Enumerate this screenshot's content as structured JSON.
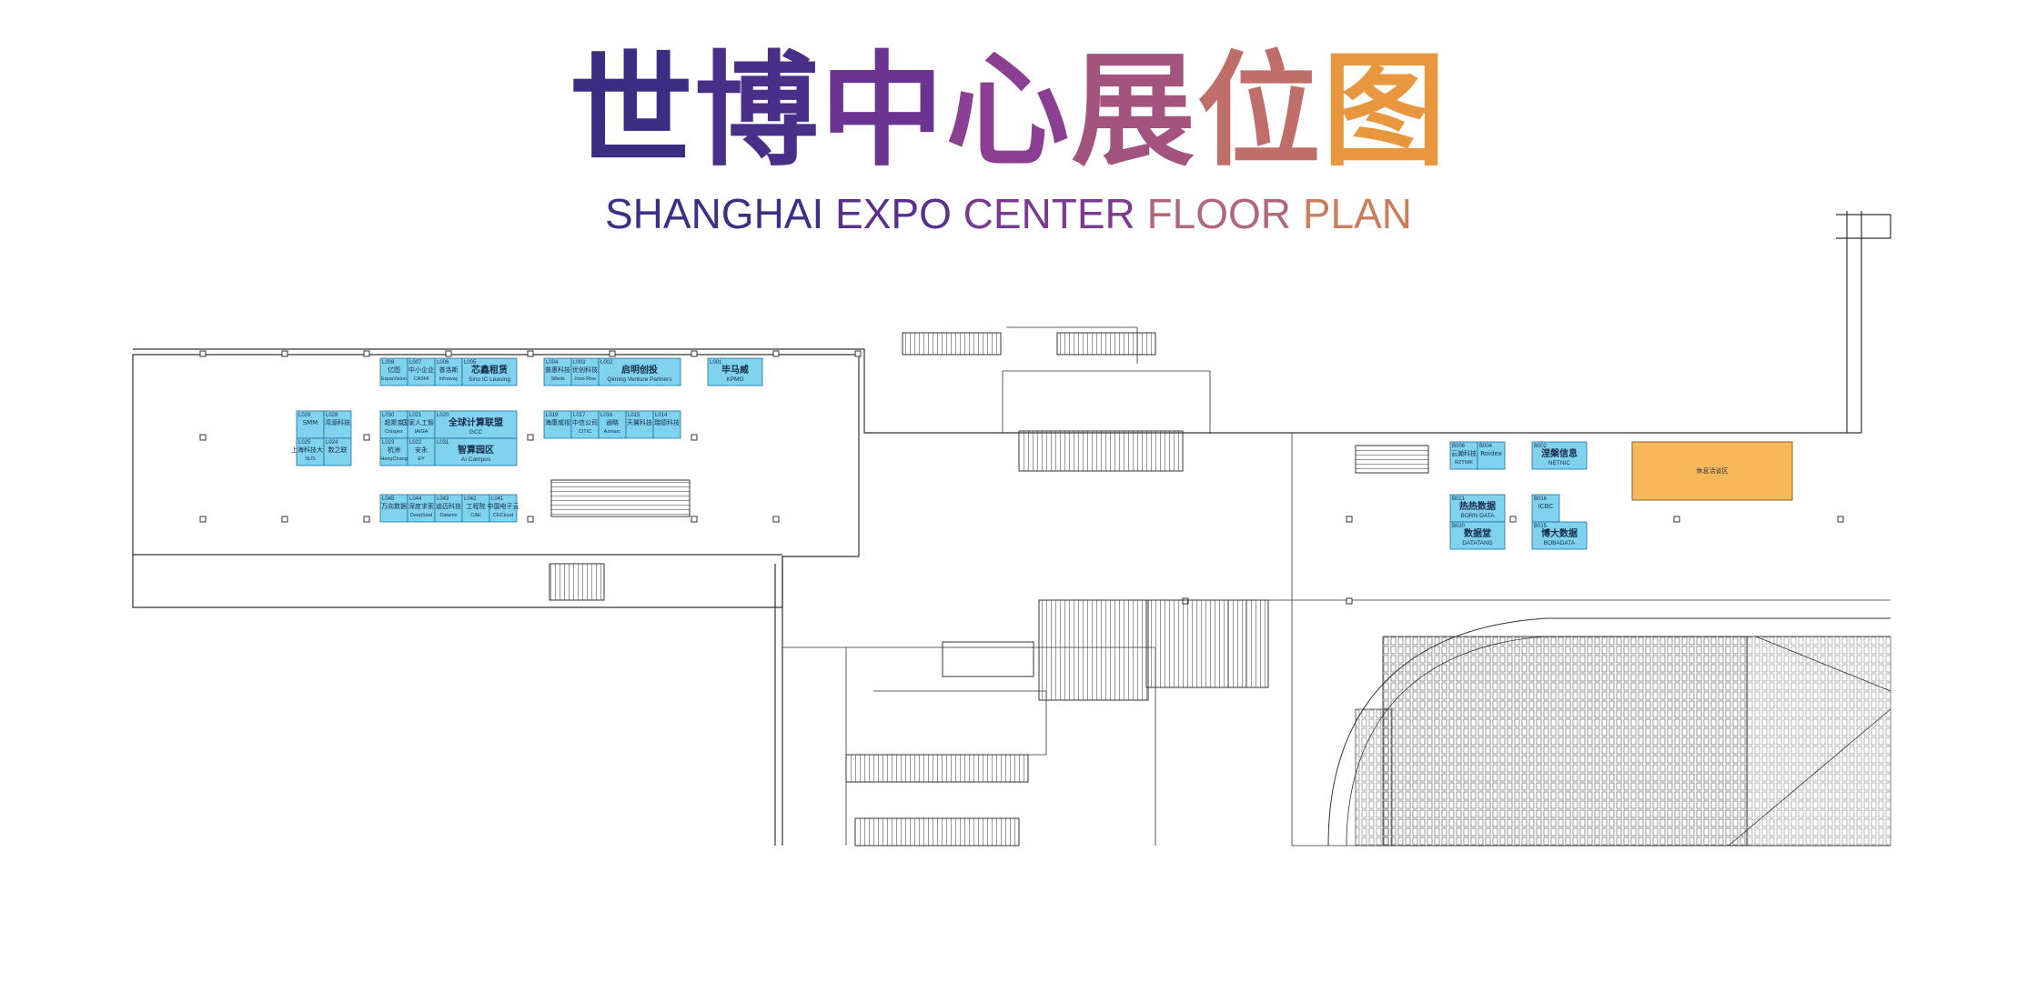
{
  "title": {
    "zh_chars": [
      "世",
      "博",
      "中",
      "心",
      "展",
      "位",
      "图"
    ],
    "en_words": [
      "SHANGHAI ",
      "EXPO ",
      "CENTER ",
      "FLOOR ",
      "PLAN"
    ]
  },
  "colors": {
    "title_gradient": [
      "#3a2d82",
      "#5a2f8c",
      "#8a3f92",
      "#b45a7a",
      "#e0914a"
    ],
    "booth_fill": "#7fd3ef",
    "booth_stroke": "#1e6fa0",
    "rest_zone_fill": "#f8b85a",
    "line": "#333333"
  },
  "booths": [
    {
      "code": "L008",
      "cn": "亿图",
      "en": "EquaVision"
    },
    {
      "code": "L007",
      "cn": "中小企业",
      "en": "CASHI"
    },
    {
      "code": "L006",
      "cn": "普洛斯",
      "en": "Infraway"
    },
    {
      "code": "L005",
      "cn": "芯鑫租赁",
      "en": "Sino IC Leasing"
    },
    {
      "code": "L004",
      "cn": "普惠科技",
      "en": "Sifeds"
    },
    {
      "code": "L003",
      "cn": "优创科技",
      "en": "Jovo Rise"
    },
    {
      "code": "L002",
      "cn": "启明创投",
      "en": "Qiming Venture Partners"
    },
    {
      "code": "L001",
      "cn": "毕马威",
      "en": "KPMG"
    },
    {
      "code": "L029",
      "cn": "SMM",
      "en": ""
    },
    {
      "code": "L028",
      "cn": "湾源科技",
      "en": ""
    },
    {
      "code": "L025",
      "cn": "上海科技大学",
      "en": "SUS"
    },
    {
      "code": "L024",
      "cn": "数之联",
      "en": ""
    },
    {
      "code": "L030",
      "cn": "超聚变",
      "en": "Chispex"
    },
    {
      "code": "L021",
      "cn": "国家人工智能",
      "en": "IAIGA"
    },
    {
      "code": "L020",
      "cn": "全球计算联盟",
      "en": "GCC"
    },
    {
      "code": "L019",
      "cn": "海康威视",
      "en": ""
    },
    {
      "code": "L017",
      "cn": "中信公司",
      "en": "CITIC"
    },
    {
      "code": "L016",
      "cn": "通略",
      "en": "Azmarc"
    },
    {
      "code": "L015",
      "cn": "天翼科技",
      "en": ""
    },
    {
      "code": "L014",
      "cn": "瑞德科技",
      "en": ""
    },
    {
      "code": "L023",
      "cn": "杭洲",
      "en": "HangChang"
    },
    {
      "code": "L022",
      "cn": "安永",
      "en": "EY"
    },
    {
      "code": "L031",
      "cn": "智算园区",
      "en": "AI Campus"
    },
    {
      "code": "L045",
      "cn": "万向数据",
      "en": ""
    },
    {
      "code": "L044",
      "cn": "深度求索",
      "en": "DeepSeal"
    },
    {
      "code": "L043",
      "cn": "迪迈科技",
      "en": "Datamo"
    },
    {
      "code": "L042",
      "cn": "工程院",
      "en": "CAE"
    },
    {
      "code": "L041",
      "cn": "中国电子云",
      "en": "CECloud"
    },
    {
      "code": "B006",
      "cn": "云瀚科技",
      "en": "RZTNIK"
    },
    {
      "code": "B004",
      "cn": "Roidex",
      "en": ""
    },
    {
      "code": "B002",
      "cn": "涅槃信息",
      "en": "NETNIC"
    },
    {
      "code": "B021",
      "cn": "热热数据",
      "en": "BORN DATA"
    },
    {
      "code": "B020",
      "cn": "数据堂",
      "en": "DATATANG"
    },
    {
      "code": "B016",
      "cn": "ICBC",
      "en": ""
    },
    {
      "code": "B015",
      "cn": "博大数据",
      "en": "BOBADATA"
    }
  ],
  "rest_area": {
    "label": "休息洽谈区"
  }
}
